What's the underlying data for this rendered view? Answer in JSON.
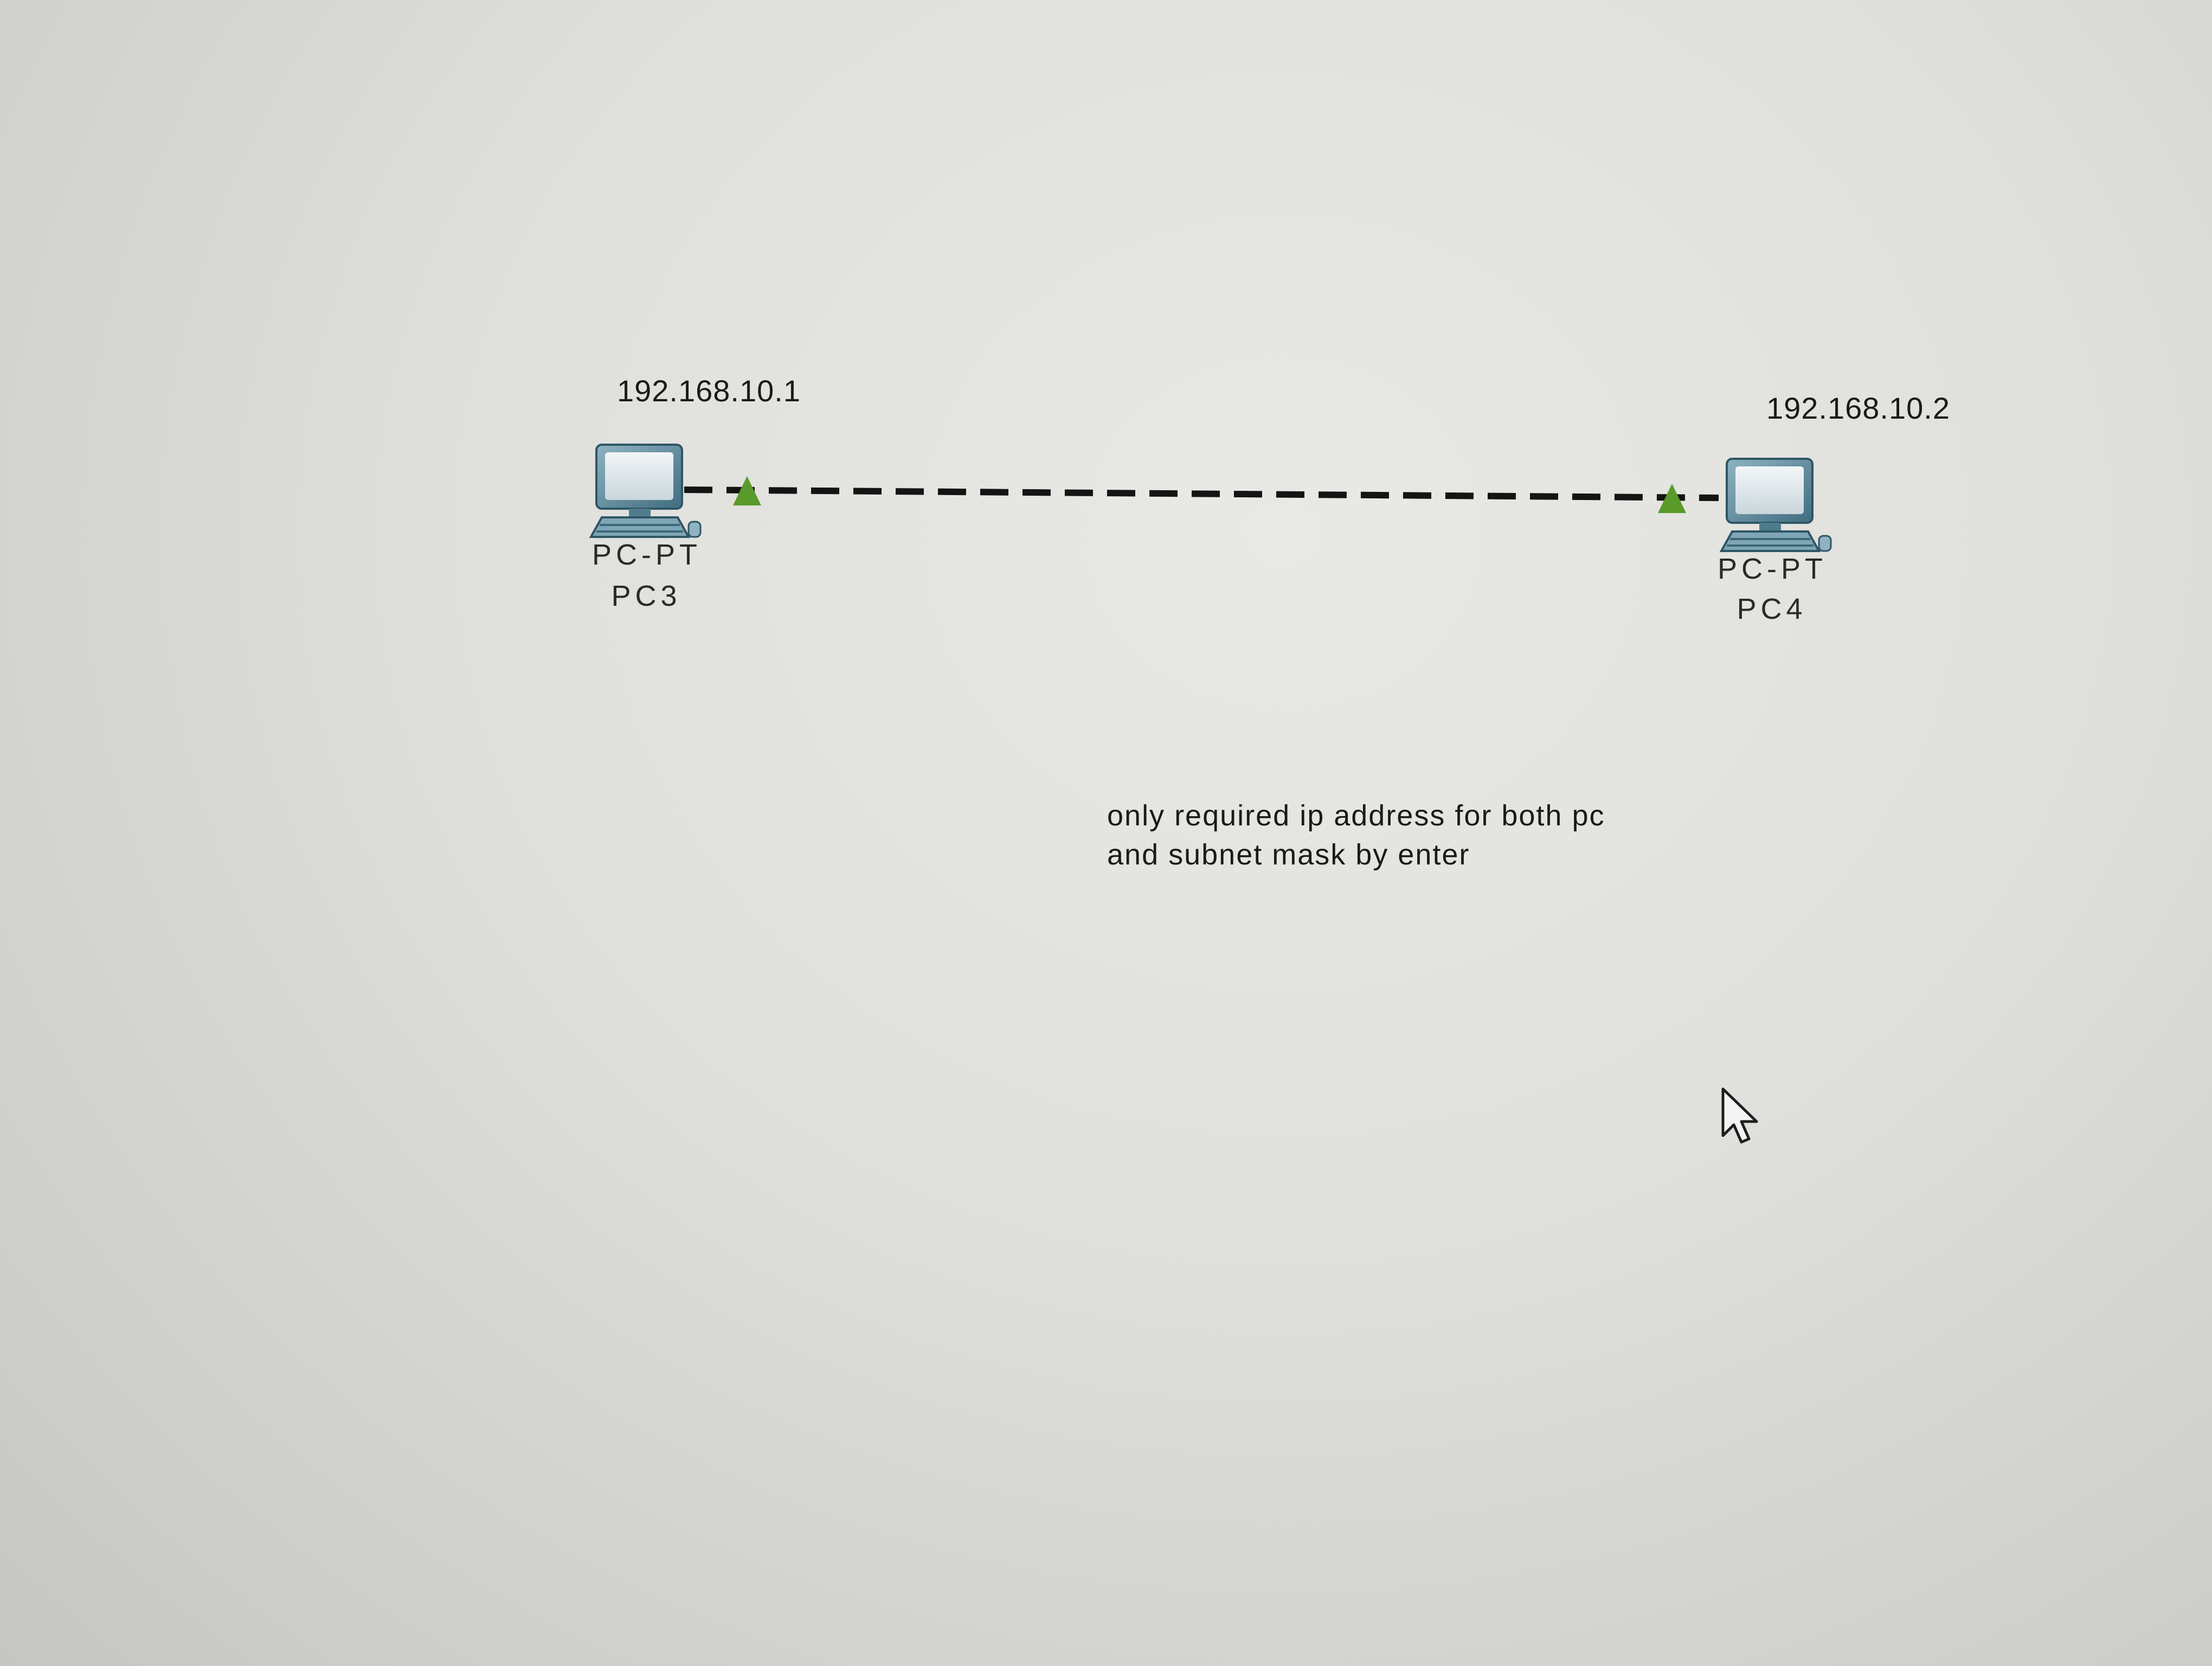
{
  "topology": {
    "devices": [
      {
        "ip": "192.168.10.1",
        "model": "PC-PT",
        "name": "PC3",
        "icon": "pc-icon"
      },
      {
        "ip": "192.168.10.2",
        "model": "PC-PT",
        "name": "PC4",
        "icon": "pc-icon"
      }
    ],
    "link": {
      "style": "dashed",
      "color": "#141414",
      "status_color": "#5a9a2a",
      "status_icon": "link-up-triangle-icon"
    }
  },
  "note": {
    "line1": "only required ip address for both pc",
    "line2": "and subnet mask by enter"
  },
  "cursor": {
    "icon": "mouse-pointer-icon"
  }
}
